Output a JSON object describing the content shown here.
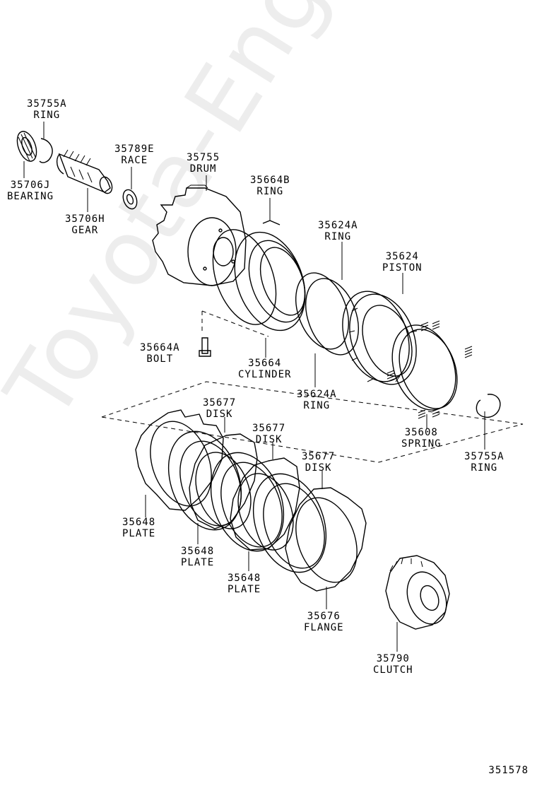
{
  "watermark": "Toyota-Engine.ru",
  "figure_code": "351578",
  "parts": {
    "ring_35755a_top": {
      "number": "35755A",
      "name": "RING"
    },
    "bearing_35706j": {
      "number": "35706J",
      "name": "BEARING"
    },
    "gear_35706h": {
      "number": "35706H",
      "name": "GEAR"
    },
    "race_35789e": {
      "number": "35789E",
      "name": "RACE"
    },
    "drum_35755": {
      "number": "35755",
      "name": "DRUM"
    },
    "ring_35664b": {
      "number": "35664B",
      "name": "RING"
    },
    "ring_35624a_top": {
      "number": "35624A",
      "name": "RING"
    },
    "piston_35624": {
      "number": "35624",
      "name": "PISTON"
    },
    "bolt_35664a": {
      "number": "35664A",
      "name": "BOLT"
    },
    "cylinder_35664": {
      "number": "35664",
      "name": "CYLINDER"
    },
    "ring_35624a_bottom": {
      "number": "35624A",
      "name": "RING"
    },
    "spring_35608": {
      "number": "35608",
      "name": "SPRING"
    },
    "ring_35755a_bottom": {
      "number": "35755A",
      "name": "RING"
    },
    "disk_35677_1": {
      "number": "35677",
      "name": "DISK"
    },
    "disk_35677_2": {
      "number": "35677",
      "name": "DISK"
    },
    "disk_35677_3": {
      "number": "35677",
      "name": "DISK"
    },
    "plate_35648_1": {
      "number": "35648",
      "name": "PLATE"
    },
    "plate_35648_2": {
      "number": "35648",
      "name": "PLATE"
    },
    "plate_35648_3": {
      "number": "35648",
      "name": "PLATE"
    },
    "flange_35676": {
      "number": "35676",
      "name": "FLANGE"
    },
    "clutch_35790": {
      "number": "35790",
      "name": "CLUTCH"
    }
  }
}
